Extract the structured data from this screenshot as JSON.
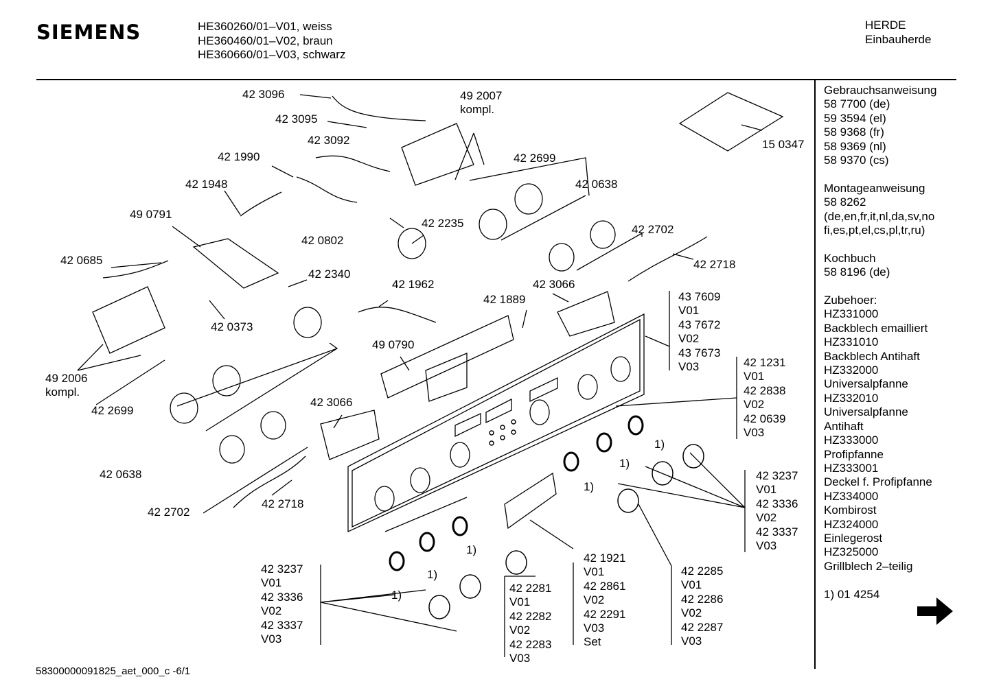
{
  "header": {
    "brand": "SIEMENS",
    "models": [
      "HE360260/01–V01, weiss",
      "HE360460/01–V02, braun",
      "HE360660/01–V03, schwarz"
    ],
    "category": [
      "HERDE",
      "Einbauherde"
    ]
  },
  "sidebar": {
    "blocks": [
      [
        "Gebrauchsanweisung",
        "58 7700 (de)",
        "59 3594 (el)",
        "58 9368 (fr)",
        "58 9369 (nl)",
        "58 9370 (cs)"
      ],
      [
        "Montageanweisung",
        "58 8262",
        "(de,en,fr,it,nl,da,sv,no",
        "fi,es,pt,el,cs,pl,tr,ru)"
      ],
      [
        "Kochbuch",
        "58 8196 (de)"
      ],
      [
        "Zubehoer:",
        "HZ331000",
        "Backblech emailliert",
        "HZ331010",
        "Backblech Antihaft",
        "HZ332000",
        "Universalpfanne",
        "HZ332010",
        "Universalpfanne",
        "Antihaft",
        "HZ333000",
        "Profipfanne",
        "HZ333001",
        "Deckel f. Profipfanne",
        "HZ334000",
        "Kombirost",
        "HZ324000",
        "Einlegerost",
        "HZ325000",
        "Grillblech 2–teilig"
      ],
      [
        "1) 01 4254"
      ]
    ],
    "arrow_icon": "right-arrow-icon"
  },
  "footer": {
    "doc_id": "58300000091825_aet_000_c  -6/1"
  },
  "labels": {
    "l423096": "42 3096",
    "l423095": "42 3095",
    "l423092": "42 3092",
    "l492007": [
      "49 2007",
      "kompl."
    ],
    "l421990": "42 1990",
    "l421948": "42 1948",
    "l422699a": "42 2699",
    "l420638a": "42 0638",
    "l490791": "49 0791",
    "l422235": "42 2235",
    "l422702a": "42 2702",
    "l420802": "42 0802",
    "l420685": "42 0685",
    "l422340": "42 2340",
    "l421962": "42 1962",
    "l422718a": "42 2718",
    "l423066a": "42 3066",
    "l421889": "42 1889",
    "l437609": [
      "43 7609",
      "V01",
      "43 7672",
      "V02",
      "43 7673",
      "V03"
    ],
    "l420373": "42 0373",
    "l490790": "49 0790",
    "l421231": [
      "42  1231",
      "V01",
      "42 2838",
      "V02",
      "42 0639",
      "V03"
    ],
    "l492006": [
      "49 2006",
      "kompl."
    ],
    "l422699b": "42 2699",
    "l423066b": "42 3066",
    "l423237a": [
      "42 3237",
      "V01",
      "42 3336",
      "V02",
      "42 3337",
      "V03"
    ],
    "l420638b": "42 0638",
    "l422702b": "42 2702",
    "l422718b": "42 2718",
    "l423237b": [
      "42 3237",
      "V01",
      "42 3336",
      "V02",
      "42 3337",
      "V03"
    ],
    "l421921": [
      "42 1921",
      "V01",
      "42 2861",
      "V02",
      "42 2291",
      "V03",
      "Set"
    ],
    "l422285": [
      "42 2285",
      "V01",
      "42 2286",
      "V02",
      "42 2287",
      "V03"
    ],
    "l422281": [
      "42 2281",
      "V01",
      "42 2282",
      "V02",
      "42 2283",
      "V03"
    ],
    "l150347": "15 0347",
    "fn": "1)"
  }
}
